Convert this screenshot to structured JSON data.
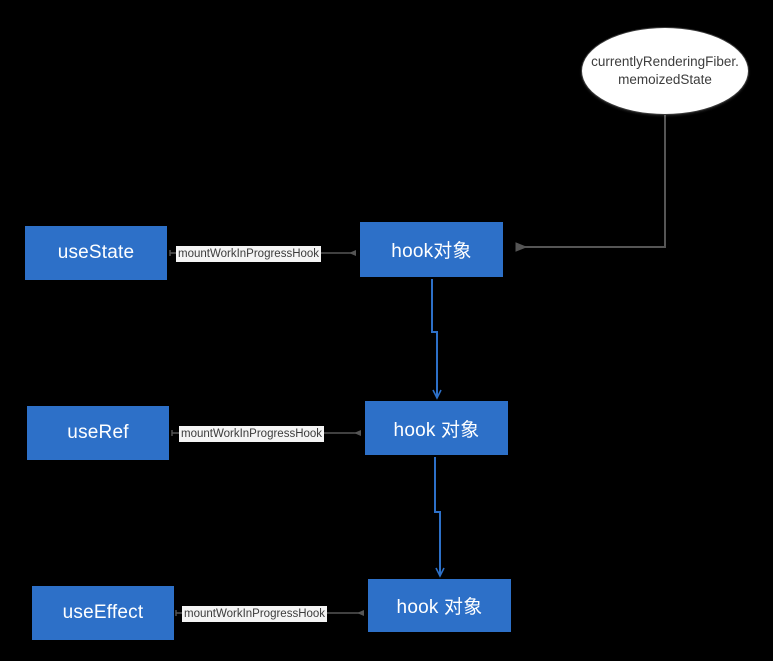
{
  "diagram": {
    "title": "React Hooks mountWorkInProgressHook linked list",
    "background_color": "#000000",
    "node_fill": "#2d70c8",
    "node_text_color": "#ffffff",
    "ellipse_fill": "#ffffff",
    "ellipse_text_color": "#3d3d3d",
    "blue_edge_color": "#2d70c8",
    "gray_edge_color": "#555555",
    "label_bg_color": "#f4f4f4"
  },
  "nodes": {
    "hooks": [
      {
        "id": "use-state",
        "label": "useState"
      },
      {
        "id": "use-ref",
        "label": "useRef"
      },
      {
        "id": "use-effect",
        "label": "useEffect"
      }
    ],
    "hook_objects": [
      {
        "id": "hook-object-1",
        "label": "hook对象"
      },
      {
        "id": "hook-object-2",
        "label": "hook 对象"
      },
      {
        "id": "hook-object-3",
        "label": "hook 对象"
      }
    ],
    "memoized_state": {
      "id": "currently-rendering-fiber",
      "line1": "currentlyRenderingFiber.",
      "line2": "memoizedState"
    }
  },
  "edges": {
    "labels": [
      {
        "id": "edge-label-1",
        "text": "mountWorkInProgressHook"
      },
      {
        "id": "edge-label-2",
        "text": "mountWorkInProgressHook"
      },
      {
        "id": "edge-label-3",
        "text": "mountWorkInProgressHook"
      }
    ]
  }
}
